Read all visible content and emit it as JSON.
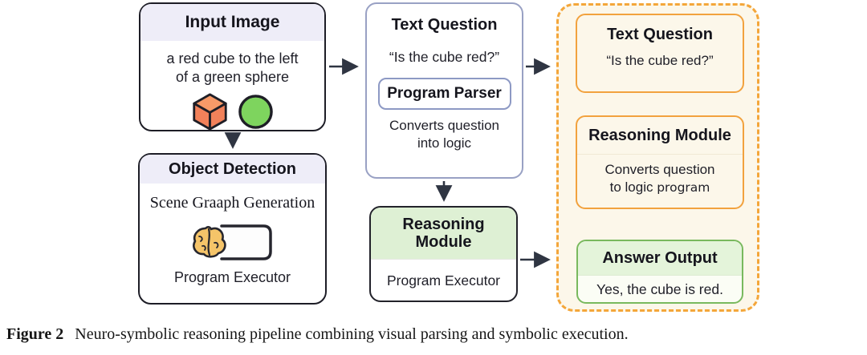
{
  "figure": {
    "caption_label": "Figure 2",
    "caption_text": "Neuro-symbolic reasoning pipeline combining visual parsing and symbolic execution."
  },
  "colors": {
    "panel_dash_orange": "#f4a63a",
    "panel_cream": "#fcf7ea",
    "lavender_header": "#eeedf8",
    "green_header": "#def0d4",
    "answer_green_border": "#79b95e",
    "periwinkle_border": "#99a1c4",
    "dark_border": "#1d1d26",
    "arrow": "#2f3542",
    "cube_orange": "#f2815a",
    "sphere_green": "#7ed45e",
    "brain_tan": "#f5c469"
  },
  "pipeline": {
    "input_image": {
      "title": "Input Image",
      "description_lines": [
        "a red cube to the left",
        "of a green sphere"
      ],
      "icons": [
        "red-cube-icon",
        "green-sphere-icon"
      ]
    },
    "object_detection": {
      "title": "Object Detection",
      "subtitle": "Scene Graaph Generation",
      "icon": "brain-program-card-icon",
      "footer": "Program Executor"
    },
    "text_question": {
      "title": "Text Question",
      "question": "“Is the cube red?”",
      "parser_label": "Program Parser",
      "description_lines": [
        "Converts question",
        "into logic"
      ]
    },
    "reasoning_module": {
      "title_lines": [
        "Reasoning",
        "Module"
      ],
      "body": "Program Executor"
    },
    "symbolic_panel": {
      "text_question": {
        "title": "Text Question",
        "question": "“Is the cube red?”"
      },
      "reasoning_module": {
        "title": "Reasoning Module",
        "description_line1": "Converts question",
        "description_line2_main": "to logic",
        "description_line2_alt": "program"
      },
      "answer_output": {
        "title": "Answer Output",
        "answer": "Yes, the cube is red."
      }
    }
  }
}
